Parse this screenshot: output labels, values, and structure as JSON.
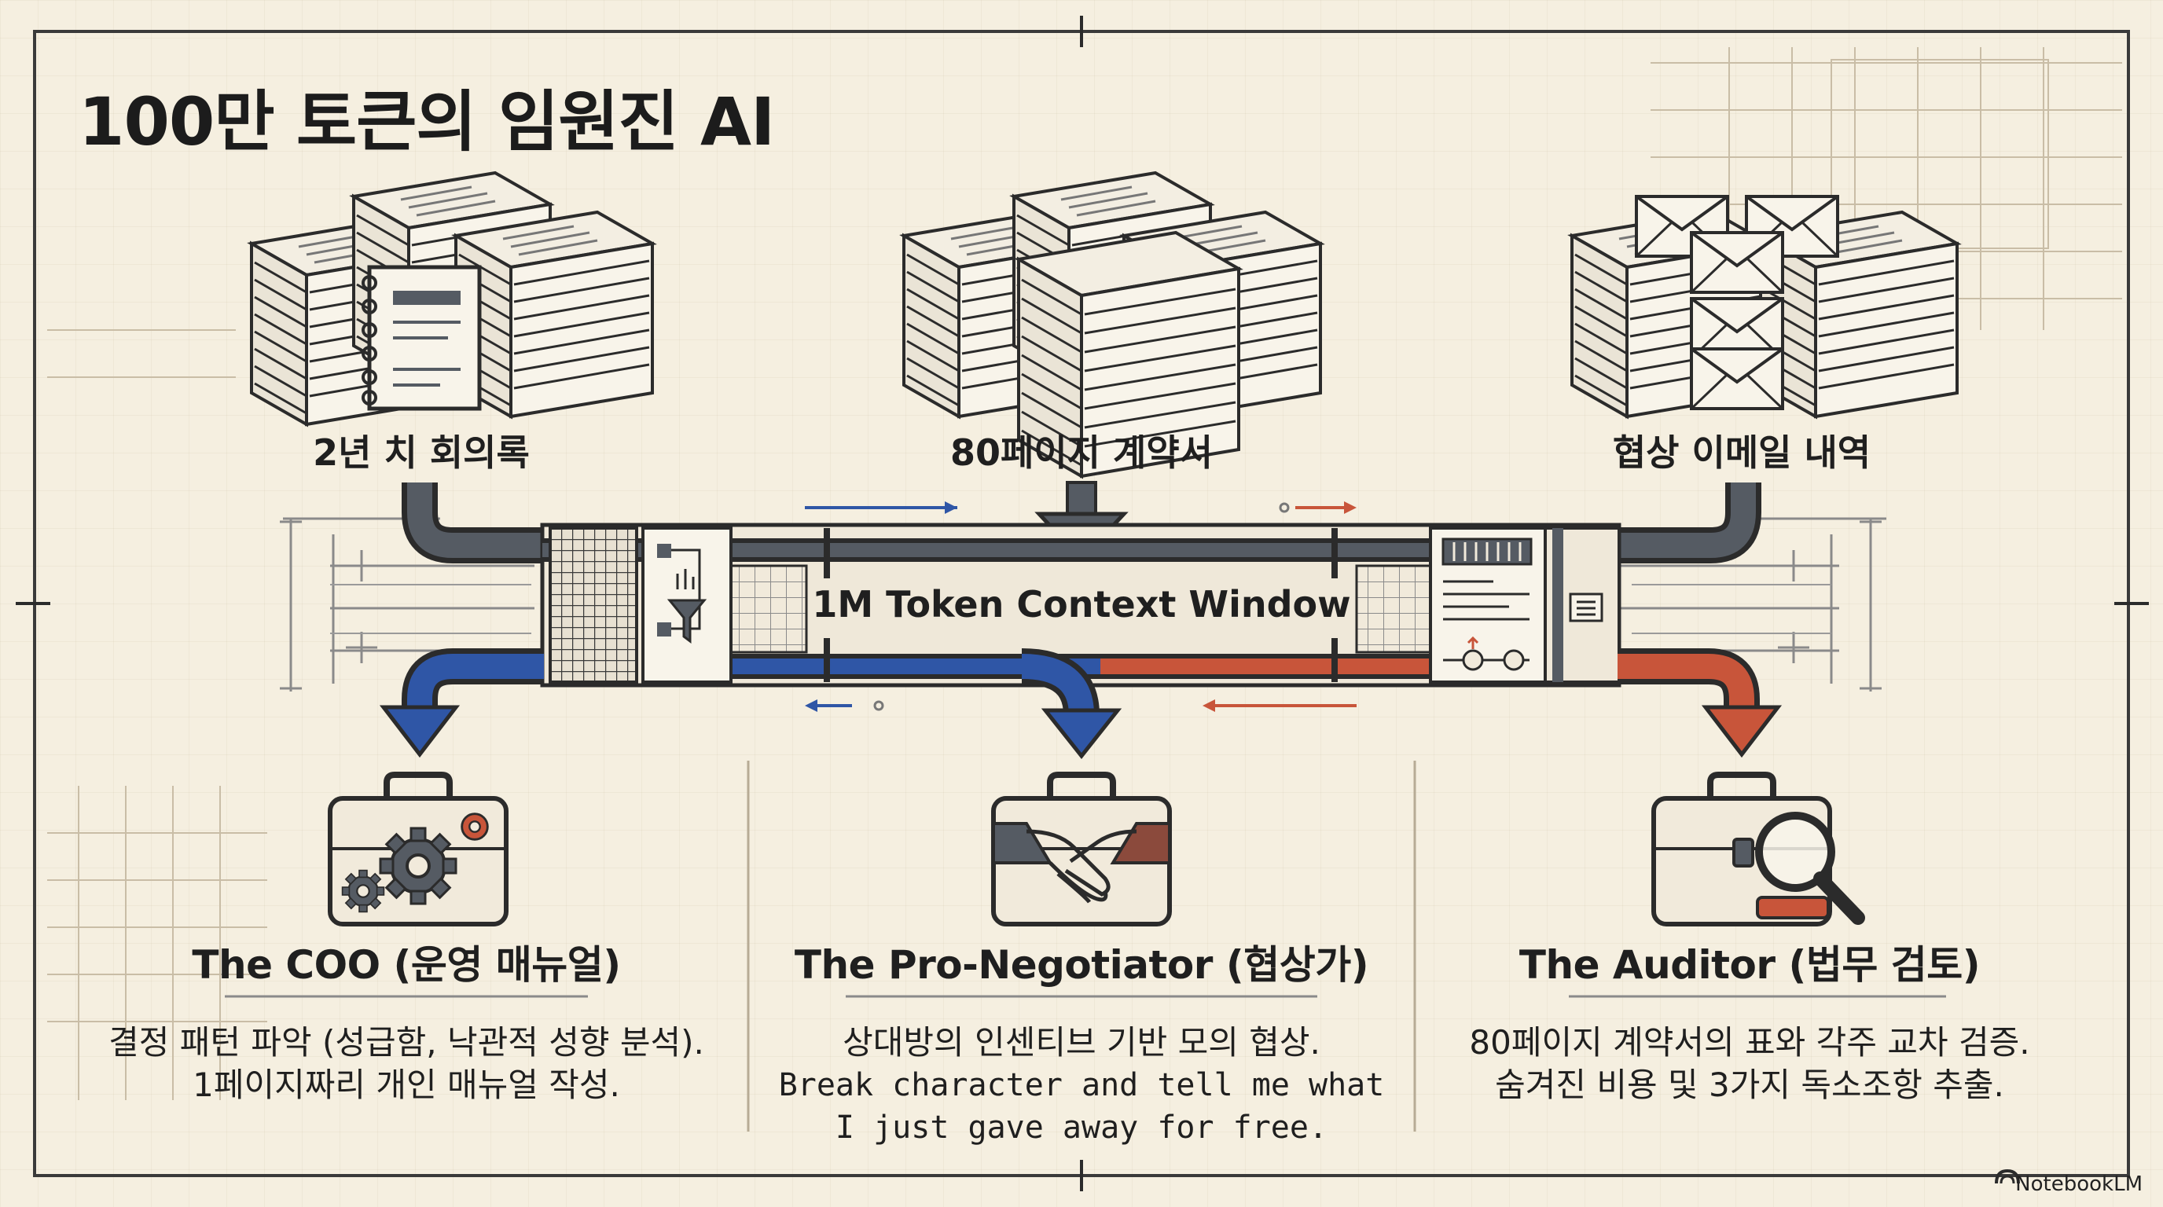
{
  "title": "100만 토큰의 임원진 AI",
  "sources": [
    {
      "label": "2년 치 회의록",
      "icon": "meeting-notes-stack-icon"
    },
    {
      "label": "80페이지 계약서",
      "icon": "contract-pages-stack-icon"
    },
    {
      "label": "협상 이메일 내역",
      "icon": "email-envelopes-stack-icon"
    }
  ],
  "context_window": {
    "label": "1M Token Context Window"
  },
  "roles": [
    {
      "title": "The COO (운영 매뉴얼)",
      "icon": "briefcase-gears-icon",
      "line1": "결정 패턴 파악 (성급함, 낙관적 성향 분석).",
      "line2": "1페이지짜리 개인 매뉴얼 작성.",
      "accent": "#2f56a6"
    },
    {
      "title": "The Pro-Negotiator (협상가)",
      "icon": "briefcase-handshake-icon",
      "line1": "상대방의 인센티브 기반 모의 협상.",
      "mono1": "Break character and tell me what",
      "mono2": "I just gave away for free.",
      "accent": "#2f56a6"
    },
    {
      "title": "The Auditor (법무 검토)",
      "icon": "briefcase-magnifier-icon",
      "line1": "80페이지 계약서의 표와 각주 교차 검증.",
      "line2": "숨겨진 비용 및 3가지 독소조항 추출.",
      "accent": "#c8553a"
    }
  ],
  "brand": "NotebookLM",
  "colors": {
    "background": "#f5efe0",
    "ink": "#2b2b2b",
    "gray_pipe": "#555b63",
    "blue": "#2f56a6",
    "red": "#c8553a"
  }
}
